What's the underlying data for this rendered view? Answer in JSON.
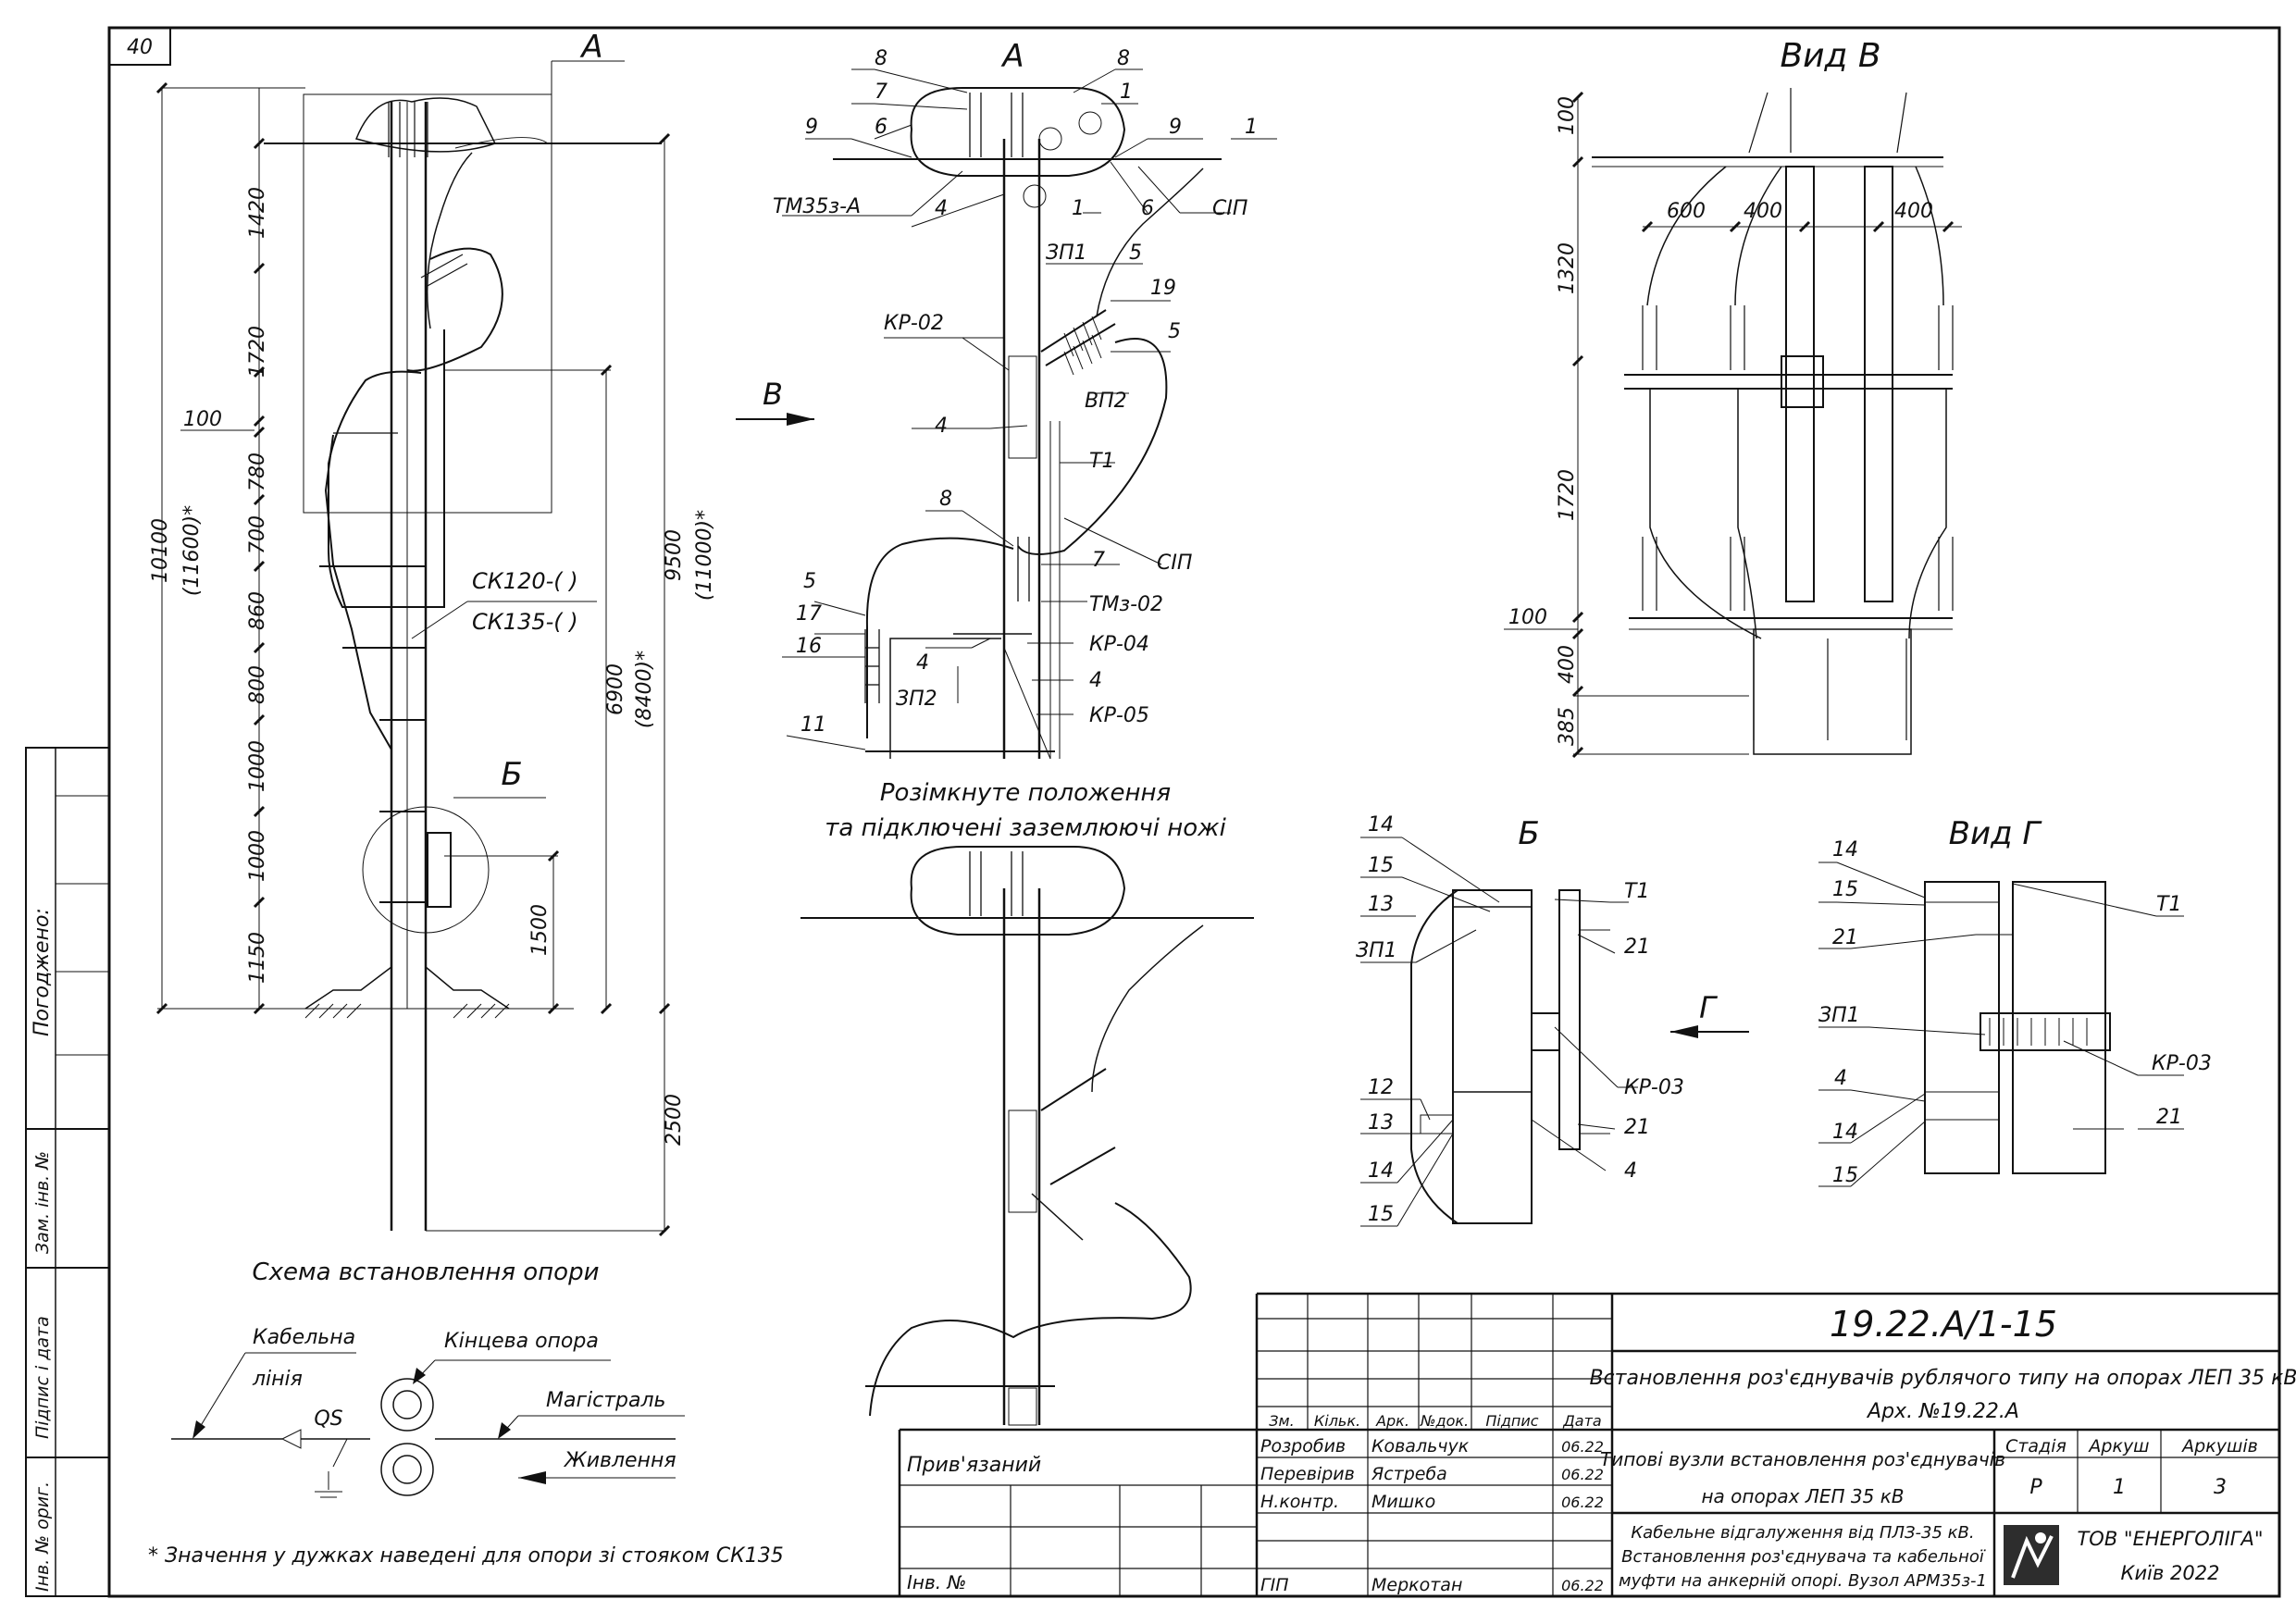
{
  "sheet": {
    "page_number": "40",
    "approval_label": "Погоджено:",
    "side_labels": [
      "Зам. інв. №",
      "Підпис і дата",
      "Інв. № ориг."
    ]
  },
  "view_scheme": {
    "callout_a": "А",
    "callout_b": "Б",
    "dims_left": [
      "1420",
      "1720",
      "100",
      "780",
      "700",
      "860",
      "800",
      "1000",
      "1000",
      "1150"
    ],
    "total_height": "10100",
    "total_height_alt": "(11600)*",
    "pole_label_1": "СК120-(  )",
    "pole_label_2": "СК135-(  )",
    "dim_6900": "6900",
    "dim_8400": "(8400)*",
    "dim_9500": "9500",
    "dim_11000": "(11000)*",
    "dim_1500": "1500",
    "dim_2500": "2500",
    "caption": "Схема встановлення опори"
  },
  "view_a": {
    "title": "А",
    "arrow_b": "В",
    "labels_left": [
      "8",
      "7",
      "9",
      "6",
      "ТМ35з-А",
      "4",
      "КР-02",
      "4",
      "8",
      "5",
      "17",
      "16",
      "4",
      "ЗП2",
      "11"
    ],
    "labels_right": [
      "8",
      "1",
      "9",
      "1",
      "1",
      "6",
      "СІП",
      "ЗП1",
      "5",
      "19",
      "5",
      "ВП2",
      "Т1",
      "СІП",
      "7",
      "ТМз-02",
      "КР-04",
      "4",
      "КР-05"
    ],
    "label_4_top": "4",
    "label_1_mid": "1",
    "open_caption_1": "Розімкнуте положення",
    "open_caption_2": "та підключені заземлюючі ножі"
  },
  "view_v": {
    "title": "Вид В",
    "dims_top": [
      "600",
      "400",
      "400"
    ],
    "dims_left": [
      "100",
      "1320",
      "1720",
      "100",
      "400",
      "385"
    ]
  },
  "view_b": {
    "title": "Б",
    "labels_left": [
      "14",
      "15",
      "13",
      "ЗП1",
      "12",
      "13",
      "14",
      "15"
    ],
    "labels_right": [
      "Т1",
      "21",
      "КР-03",
      "21",
      "4"
    ],
    "arrow_g": "Г"
  },
  "view_g": {
    "title": "Вид Г",
    "labels_left": [
      "14",
      "15",
      "21",
      "ЗП1",
      "4",
      "14",
      "15"
    ],
    "labels_right": [
      "Т1",
      "КР-03",
      "21"
    ]
  },
  "single_line": {
    "cable_line_1": "Кабельна",
    "cable_line_2": "лінія",
    "end_pole": "Кінцева опора",
    "main_line": "Магістраль",
    "supply": "Живлення",
    "switch": "QS"
  },
  "footnote": "* Значення у дужках наведені для опори зі стояком СК135",
  "title_block": {
    "doc_code": "19.22.А/1-15",
    "project_title": "Встановлення роз'єднувачів рублячого типу на опорах ЛЕП 35 кВ",
    "archive": "Арх. №19.22.А",
    "headers": [
      "Зм.",
      "Кільк.",
      "Арк.",
      "№док.",
      "Підпис",
      "Дата"
    ],
    "linked_label": "Прив'язаний",
    "inv_label": "Інв. №",
    "people": [
      {
        "role": "Розробив",
        "name": "Ковальчук",
        "date": "06.22"
      },
      {
        "role": "Перевірив",
        "name": "Ястреба",
        "date": "06.22"
      },
      {
        "role": "Н.контр.",
        "name": "Мишко",
        "date": "06.22"
      },
      {
        "role": "ГІП",
        "name": "Меркотан",
        "date": "06.22"
      }
    ],
    "sheet_title_1": "Типові вузли встановлення роз'єднувачів",
    "sheet_title_2": "на опорах ЛЕП 35 кВ",
    "drawing_desc_1": "Кабельне відгалуження від ПЛЗ-35 кВ.",
    "drawing_desc_2": "Встановлення роз'єднувача та кабельної",
    "drawing_desc_3": "муфти на анкерній опорі. Вузол АРМ35з-1",
    "stage_label": "Стадія",
    "sheet_label": "Аркуш",
    "sheets_label": "Аркушів",
    "stage": "Р",
    "sheet": "1",
    "sheets": "3",
    "company": "ТОВ \"ЕНЕРГОЛІГА\"",
    "city": "Київ 2022"
  }
}
